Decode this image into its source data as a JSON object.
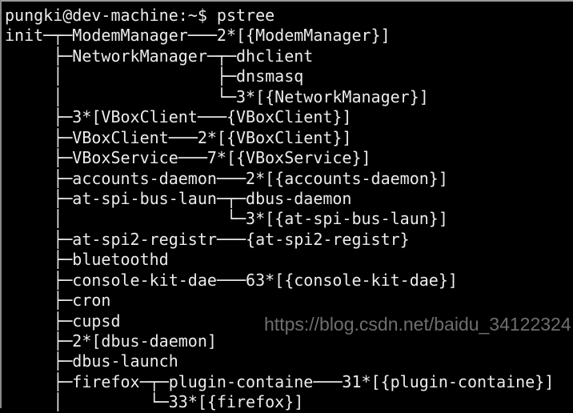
{
  "terminal": {
    "prompt": "pungki@dev-machine:~$ pstree",
    "lines": [
      "init─┬─ModemManager───2*[{ModemManager}]",
      "     ├─NetworkManager─┬─dhclient",
      "     │                ├─dnsmasq",
      "     │                └─3*[{NetworkManager}]",
      "     ├─3*[VBoxClient───{VBoxClient}]",
      "     ├─VBoxClient───2*[{VBoxClient}]",
      "     ├─VBoxService───7*[{VBoxService}]",
      "     ├─accounts-daemon───2*[{accounts-daemon}]",
      "     ├─at-spi-bus-laun─┬─dbus-daemon",
      "     │                 └─3*[{at-spi-bus-laun}]",
      "     ├─at-spi2-registr───{at-spi2-registr}",
      "     ├─bluetoothd",
      "     ├─console-kit-dae───63*[{console-kit-dae}]",
      "     ├─cron",
      "     ├─cupsd",
      "     ├─2*[dbus-daemon]",
      "     ├─dbus-launch",
      "     ├─firefox─┬─plugin-containe───31*[{plugin-containe}]",
      "     │         └─33*[{firefox}]"
    ]
  },
  "watermark": "https://blog.csdn.net/baidu_34122324"
}
